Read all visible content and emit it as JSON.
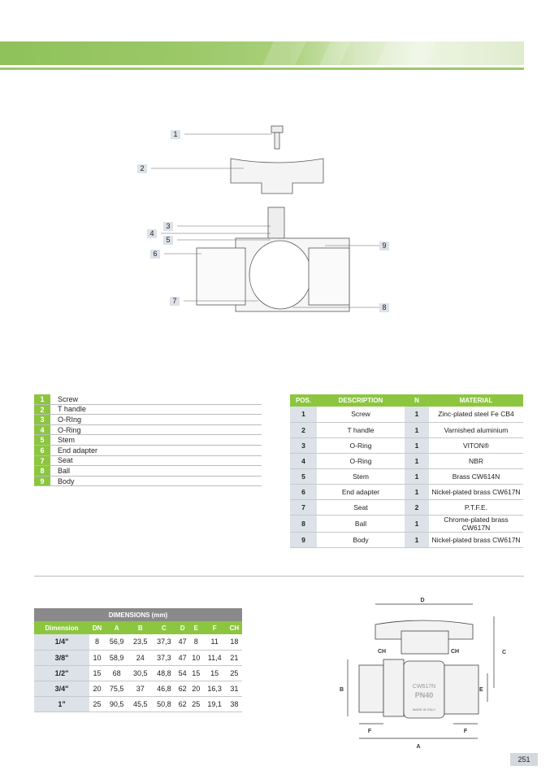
{
  "callouts": [
    "1",
    "2",
    "3",
    "4",
    "5",
    "6",
    "7",
    "8",
    "9"
  ],
  "legend": [
    {
      "num": "1",
      "label": "Screw"
    },
    {
      "num": "2",
      "label": "T handle"
    },
    {
      "num": "3",
      "label": "O-RIng"
    },
    {
      "num": "4",
      "label": "O-Ring"
    },
    {
      "num": "5",
      "label": "Stem"
    },
    {
      "num": "6",
      "label": "End adapter"
    },
    {
      "num": "7",
      "label": "Seat"
    },
    {
      "num": "8",
      "label": "Ball"
    },
    {
      "num": "9",
      "label": "Body"
    }
  ],
  "parts_table": {
    "headers": [
      "POS.",
      "DESCRIPTION",
      "N",
      "MATERIAL"
    ],
    "rows": [
      [
        "1",
        "Screw",
        "1",
        "Zinc-plated steel Fe CB4"
      ],
      [
        "2",
        "T handle",
        "1",
        "Varnished aluminium"
      ],
      [
        "3",
        "O-Ring",
        "1",
        "VITON®"
      ],
      [
        "4",
        "O-Ring",
        "1",
        "NBR"
      ],
      [
        "5",
        "Stem",
        "1",
        "Brass CW614N"
      ],
      [
        "6",
        "End adapter",
        "1",
        "Nickel-plated brass CW617N"
      ],
      [
        "7",
        "Seat",
        "2",
        "P.T.F.E."
      ],
      [
        "8",
        "Ball",
        "1",
        "Chrome-plated brass CW617N"
      ],
      [
        "9",
        "Body",
        "1",
        "Nickel-plated brass CW617N"
      ]
    ]
  },
  "dimensions_table": {
    "title": "DIMENSIONS (mm)",
    "headers": [
      "Dimension",
      "DN",
      "A",
      "B",
      "C",
      "D",
      "E",
      "F",
      "CH"
    ],
    "rows": [
      [
        "1/4\"",
        "8",
        "56,9",
        "23,5",
        "37,3",
        "47",
        "8",
        "11",
        "18"
      ],
      [
        "3/8\"",
        "10",
        "58,9",
        "24",
        "37,3",
        "47",
        "10",
        "11,4",
        "21"
      ],
      [
        "1/2\"",
        "15",
        "68",
        "30,5",
        "48,8",
        "54",
        "15",
        "15",
        "25"
      ],
      [
        "3/4\"",
        "20",
        "75,5",
        "37",
        "46,8",
        "62",
        "20",
        "16,3",
        "31"
      ],
      [
        "1\"",
        "25",
        "90,5",
        "45,5",
        "50,8",
        "62",
        "25",
        "19,1",
        "38"
      ]
    ]
  },
  "side_view": {
    "labels": {
      "D": "D",
      "C": "C",
      "B": "B",
      "E": "E",
      "F": "F",
      "A": "A",
      "CH": "CH"
    },
    "marking_1": "CW617N",
    "marking_2": "PN40",
    "marking_3": "MADE IN ITALY"
  },
  "page_number": "251",
  "colors": {
    "accent": "#8cc63f",
    "header_grey": "#8a8a8a",
    "cell_grey": "#dde2e8"
  }
}
